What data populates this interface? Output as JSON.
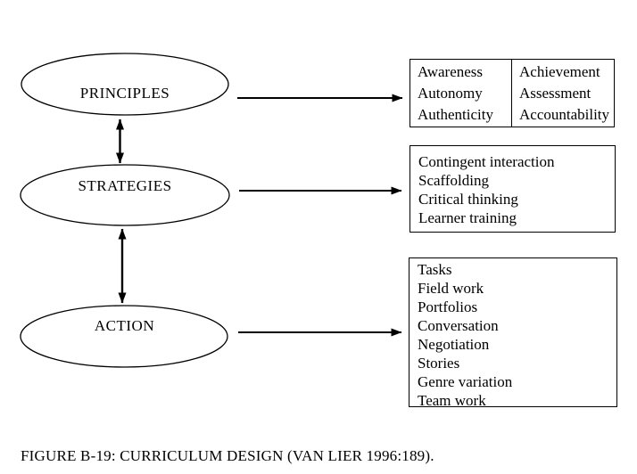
{
  "figure": {
    "caption": "FIGURE B-19: CURRICULUM DESIGN (VAN LIER 1996:189).",
    "colors": {
      "background": "#ffffff",
      "line": "#000000",
      "text": "#000000"
    },
    "nodes": [
      {
        "id": "principles",
        "label": "PRINCIPLES",
        "shape": "ellipse"
      },
      {
        "id": "strategies",
        "label": "STRATEGIES",
        "shape": "ellipse"
      },
      {
        "id": "action",
        "label": "ACTION",
        "shape": "ellipse"
      }
    ],
    "connectors": [
      {
        "from": "principles",
        "to": "strategies",
        "type": "double-headed-arrow",
        "direction": "vertical"
      },
      {
        "from": "strategies",
        "to": "action",
        "type": "double-headed-arrow",
        "direction": "vertical"
      },
      {
        "from": "principles",
        "to": "principles-box",
        "type": "arrow",
        "direction": "horizontal"
      },
      {
        "from": "strategies",
        "to": "strategies-box",
        "type": "arrow",
        "direction": "horizontal"
      },
      {
        "from": "action",
        "to": "action-box",
        "type": "arrow",
        "direction": "horizontal"
      }
    ],
    "boxes": [
      {
        "id": "principles-box",
        "columns": [
          [
            "Awareness",
            "Autonomy",
            "Authenticity"
          ],
          [
            "Achievement",
            "Assessment",
            "Accountability"
          ]
        ]
      },
      {
        "id": "strategies-box",
        "items": [
          "Contingent interaction",
          "Scaffolding",
          "Critical thinking",
          "Learner training"
        ]
      },
      {
        "id": "action-box",
        "items": [
          "Tasks",
          "Field work",
          "Portfolios",
          "Conversation",
          "Negotiation",
          "Stories",
          "Genre variation",
          "Team work"
        ]
      }
    ],
    "icons": {
      "arrowhead": "filled-triangle"
    }
  }
}
